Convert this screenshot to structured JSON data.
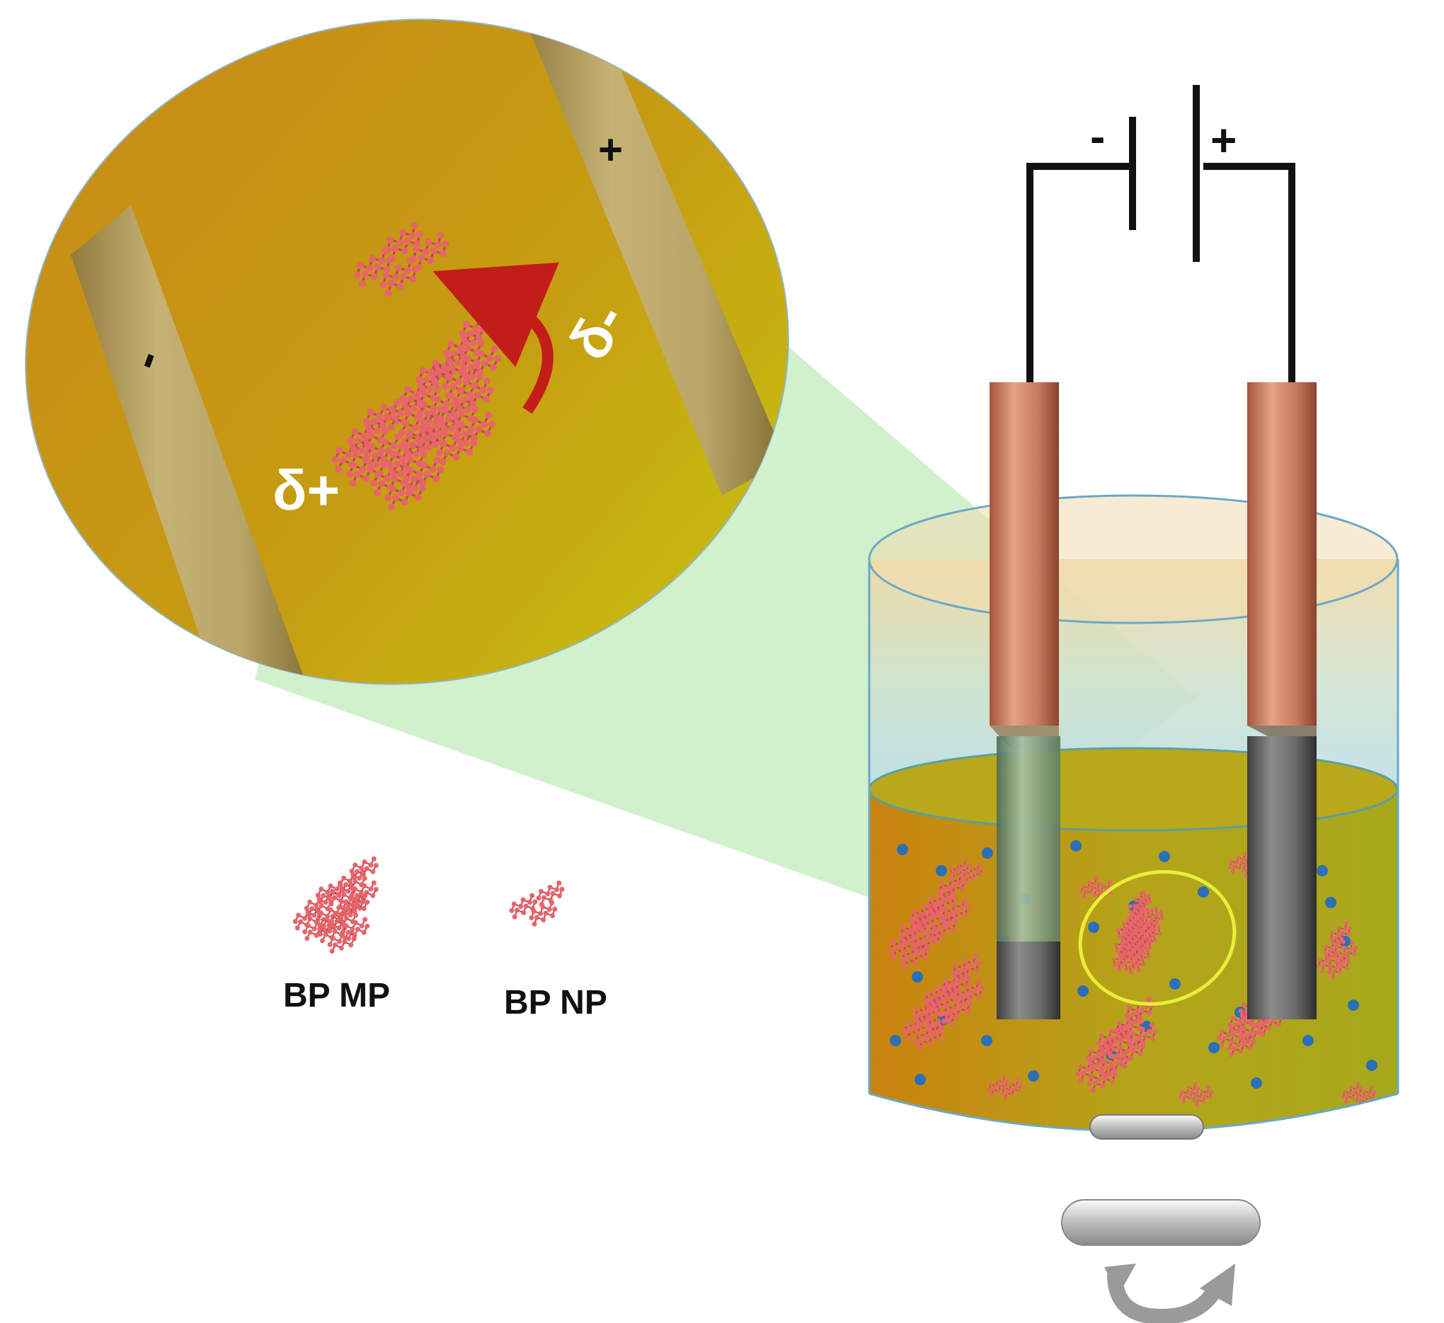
{
  "zoom_view": {
    "negative_sign": "-",
    "positive_sign": "+",
    "delta_plus": "δ+",
    "delta_minus": "δ-"
  },
  "battery": {
    "negative_sign": "-",
    "positive_sign": "+"
  },
  "legend": {
    "items": [
      {
        "label": "BP MP"
      },
      {
        "label": "BP NP"
      }
    ]
  },
  "colors": {
    "solution": "#b5a41a",
    "phosphorene": "#e8646a",
    "ions": "#2a6fb8",
    "copper": "#c97a5c",
    "magnifier_beam": "#b8e8b0",
    "highlight_ring": "#e8ef3a",
    "arrow": "#c21d18"
  }
}
